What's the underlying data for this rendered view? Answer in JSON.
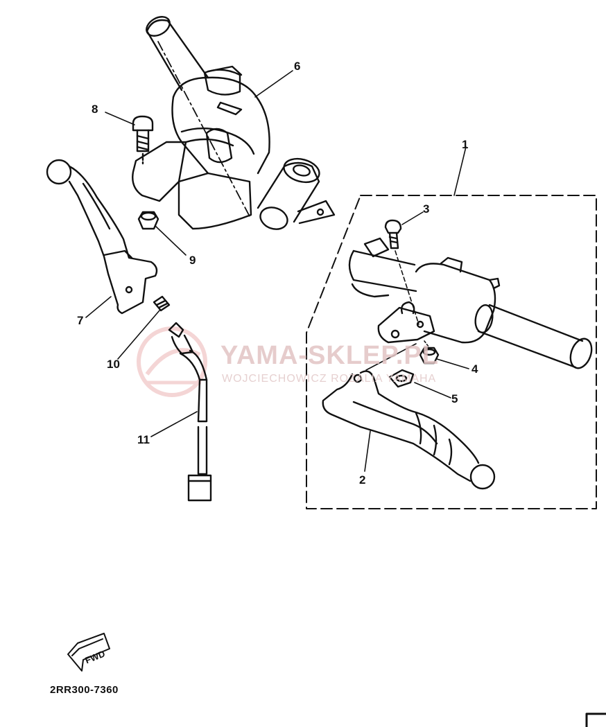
{
  "watermark": {
    "title": "YAMA-SKLEP.PL",
    "subtitle": "WOJCIECHOWICZ ROZALIA YAMAHA"
  },
  "callouts": {
    "c1": "1",
    "c2": "2",
    "c3": "3",
    "c4": "4",
    "c5": "5",
    "c6": "6",
    "c7": "7",
    "c8": "8",
    "c9": "9",
    "c10": "10",
    "c11": "11"
  },
  "fwd_label": "FWD",
  "diagram_code": "2RR300-7360",
  "colors": {
    "ink": "#111111",
    "watermark": "#e2c4c4",
    "background": "#ffffff"
  }
}
